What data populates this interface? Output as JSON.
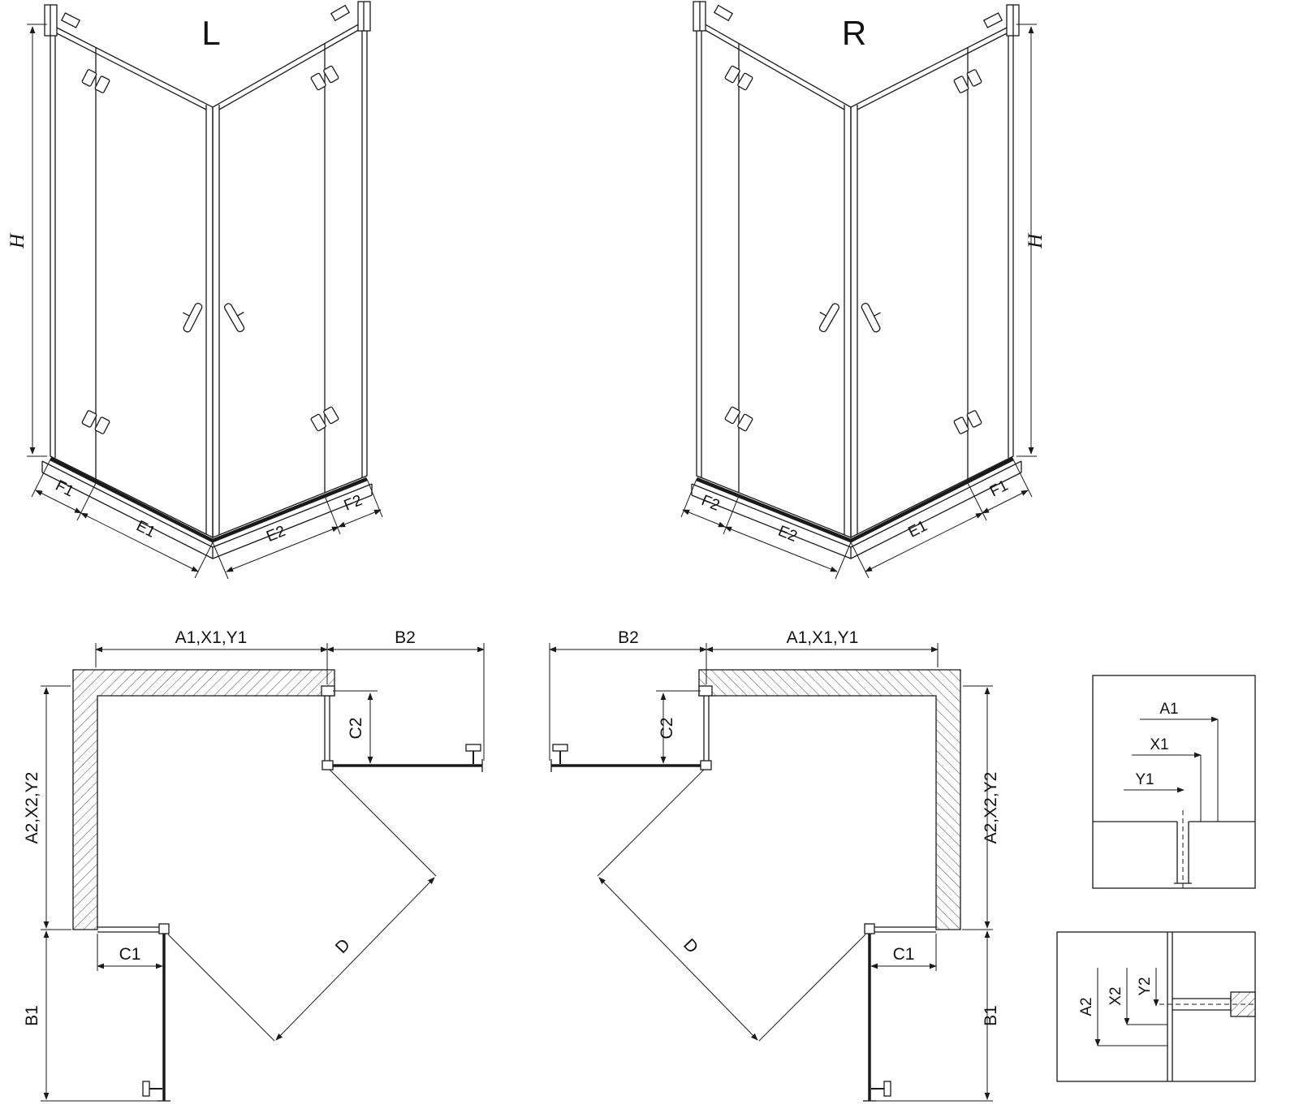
{
  "colors": {
    "line": "#1a1a1a",
    "background": "#ffffff",
    "hatch": "#555555"
  },
  "views": {
    "iso_left": {
      "title": "L",
      "h": "H",
      "f1": "F1",
      "e1": "E1",
      "e2": "E2",
      "f2": "F2"
    },
    "iso_right": {
      "title": "R",
      "h": "H",
      "f1": "F1",
      "e1": "E1",
      "e2": "E2",
      "f2": "F2"
    },
    "plan_left": {
      "top_width": "A1,X1,Y1",
      "open_door_width": "B2",
      "side_fixed": "C2",
      "side_height": "A2,X2,Y2",
      "bottom_fixed": "C1",
      "open_door_depth": "B1",
      "diagonal": "D"
    },
    "plan_right": {
      "top_width": "A1,X1,Y1",
      "open_door_width": "B2",
      "side_fixed": "C2",
      "side_height": "A2,X2,Y2",
      "bottom_fixed": "C1",
      "open_door_depth": "B1",
      "diagonal": "D"
    },
    "detail_top": {
      "labels": [
        "A1",
        "X1",
        "Y1"
      ]
    },
    "detail_bottom": {
      "labels": [
        "A2",
        "X2",
        "Y2"
      ]
    }
  }
}
